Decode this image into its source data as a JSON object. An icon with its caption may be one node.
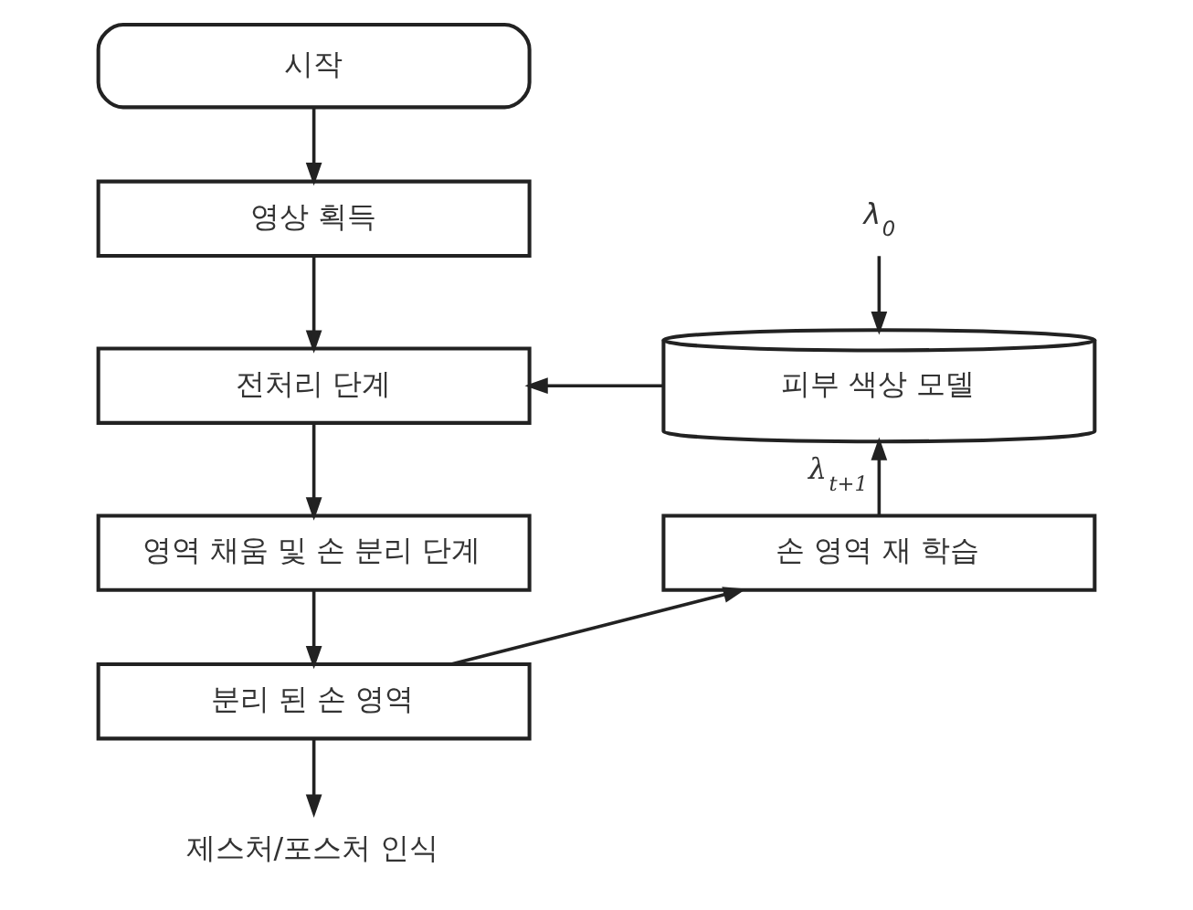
{
  "diagram": {
    "nodes": [
      {
        "text": [
          "시작"
        ]
      },
      {
        "text": [
          "영상 획득"
        ]
      },
      {
        "text": [
          "전처리 단계"
        ]
      },
      {
        "text": [
          "영역 채움 및 손 분리 단계"
        ]
      },
      {
        "text": [
          "분리 된 손 영역"
        ]
      },
      {
        "text": [
          "제스처/포스처 인식"
        ]
      },
      {
        "text": [
          "손 영역 재 학습"
        ]
      },
      {
        "text": [
          "피부 색상 모델"
        ]
      },
      {
        "text": [
          "λ$_{0}$"
        ]
      }
    ],
    "edges": [
      {
        "from": 0,
        "to": 1,
        "arrow": "to"
      },
      {
        "from": 1,
        "to": 2,
        "arrow": "to"
      },
      {
        "from": 2,
        "to": 3,
        "arrow": "to"
      },
      {
        "from": 3,
        "to": 4,
        "arrow": "to"
      },
      {
        "from": 4,
        "to": 5,
        "arrow": "to"
      },
      {
        "from": 4,
        "to": 6,
        "arrow": "to"
      },
      {
        "from": 6,
        "to": 7,
        "label": "λ$_{t+1}$",
        "arrow": "to"
      },
      {
        "from": 8,
        "to": 7,
        "arrow": "to"
      },
      {
        "from": 7,
        "to": 2,
        "arrow": "to"
      }
    ]
  }
}
